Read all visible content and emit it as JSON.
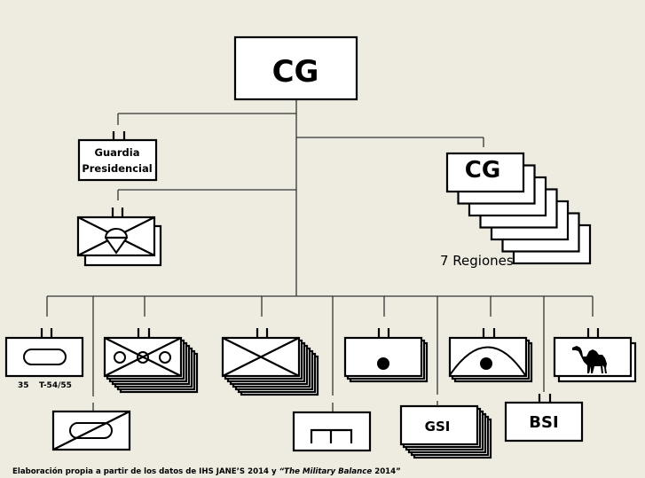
{
  "diagram": {
    "title": "Army organization chart",
    "top_command": {
      "label": "CG"
    },
    "guardia": {
      "label_line1": "Guardia",
      "label_line2": "Presidencial"
    },
    "regional": {
      "label": "CG",
      "caption": "7 Regiones",
      "count": 7
    },
    "airborne_unit": {
      "symbol": "infantry-parachute-icon",
      "count": 2
    },
    "bottom_units": [
      {
        "id": "armor",
        "symbol": "armor-icon",
        "caption_qty": "35",
        "caption_type": "T-54/55",
        "count": 1
      },
      {
        "id": "anti-armor",
        "symbol": "anti-armor-icon",
        "count": 1
      },
      {
        "id": "mech-infantry",
        "symbol": "mechanized-infantry-icon",
        "count": 7
      },
      {
        "id": "infantry",
        "symbol": "infantry-icon",
        "count": 8
      },
      {
        "id": "engineer",
        "symbol": "engineer-icon",
        "count": 1
      },
      {
        "id": "artillery",
        "symbol": "artillery-icon",
        "count": 3
      },
      {
        "id": "gsi",
        "label": "GSI",
        "count": 6
      },
      {
        "id": "mountain-artillery",
        "symbol": "mountain-artillery-icon",
        "count": 3
      },
      {
        "id": "bsi",
        "label": "BSI",
        "count": 1
      },
      {
        "id": "camel",
        "symbol": "camel-corps-icon",
        "count": 2
      }
    ],
    "footer": {
      "text_a": "Elaboración propia a partir de los datos   de IHS  JANE’S 2014  y  ",
      "text_b": "“The Military Balance",
      "text_c": " 2014”"
    }
  }
}
